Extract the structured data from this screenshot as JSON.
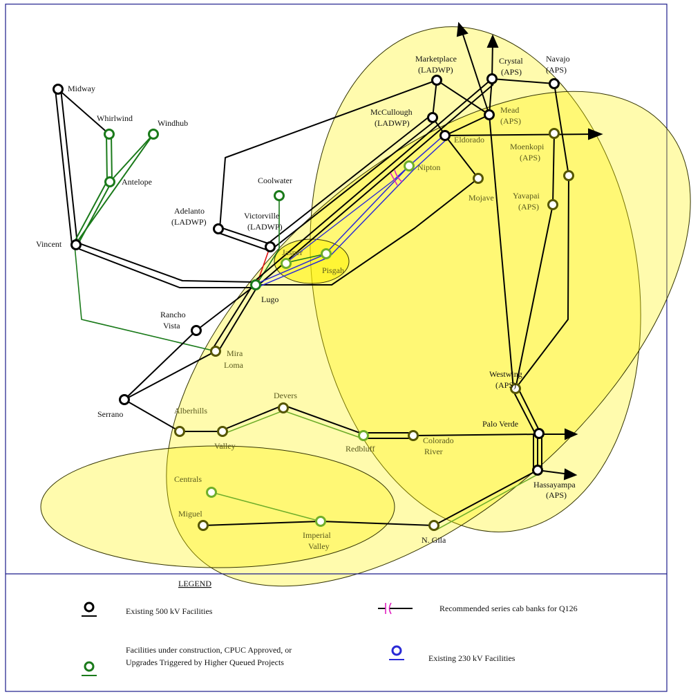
{
  "colors": {
    "black_line": "#000000",
    "green_line": "#1a7a1a",
    "light_green_line": "#6fae2a",
    "blue_line": "#2a2ad6",
    "red_line": "#e01010",
    "capacitor": "#e020c0",
    "highlight_fill": "#fff200",
    "frame": "#1a1a8a"
  },
  "nodes": {
    "midway": "Midway",
    "whirlwind": "Whirlwind",
    "windhub": "Windhub",
    "antelope": "Antelope",
    "vincent": "Vincent",
    "coolwater": "Coolwater",
    "adelanto_1": "Adelanto",
    "adelanto_2": "(LADWP)",
    "victorville_1": "Victorville",
    "victorville_2": "(LADWP)",
    "jasper": "Jasper",
    "pisgah": "Pisgah",
    "lugo": "Lugo",
    "rancho_1": "Rancho",
    "rancho_2": "Vista",
    "mira_1": "Mira",
    "mira_2": "Loma",
    "serrano": "Serrano",
    "alberhills": "Alberhills",
    "valley": "Valley",
    "devers": "Devers",
    "redbluff": "Redbluff",
    "colorado_1": "Colorado",
    "colorado_2": "River",
    "centrals": "Centrals",
    "miguel": "Miguel",
    "imperial_1": "Imperial",
    "imperial_2": "Valley",
    "ngila": "N. Gila",
    "hassayampa_1": "Hassayampa",
    "hassayampa_2": "(APS)",
    "paloverde": "Palo Verde",
    "westwing_1": "Westwing",
    "westwing_2": "(APS)",
    "yavapai_1": "Yavapai",
    "yavapai_2": "(APS)",
    "moenkopi_1": "Moenkopi",
    "moenkopi_2": "(APS)",
    "mojave": "Mojave",
    "nipton": "Nipton",
    "eldorado": "Eldorado",
    "mccullough_1": "McCullough",
    "mccullough_2": "(LADWP)",
    "marketplace_1": "Marketplace",
    "marketplace_2": "(LADWP)",
    "mead_1": "Mead",
    "mead_2": "(APS)",
    "crystal_1": "Crystal",
    "crystal_2": "(APS)",
    "navajo_1": "Navajo",
    "navajo_2": "(APS)"
  },
  "legend": {
    "title": "LEGEND",
    "existing_500": "Existing 500 kV Facilities",
    "construction_1": "Facilities under construction, CPUC Approved, or",
    "construction_2": "Upgrades Triggered by Higher Queued Projects",
    "series_cap": "Recommended series cab banks for Q126",
    "existing_230": "Existing 230 kV Facilities"
  }
}
